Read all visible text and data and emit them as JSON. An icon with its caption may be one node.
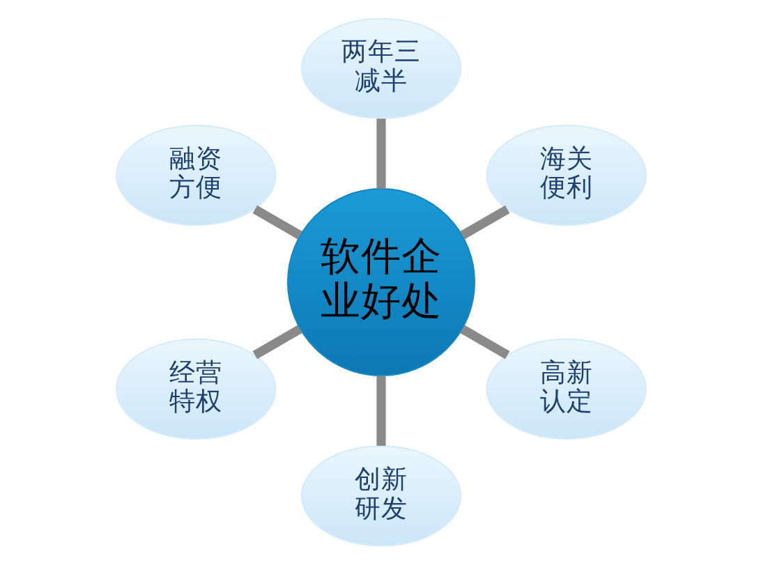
{
  "diagram": {
    "nodes": [
      {
        "text": [
          "两年三减半"
        ]
      },
      {
        "text": [
          "海关便利"
        ]
      },
      {
        "text": [
          "融资方便"
        ]
      },
      {
        "text": [
          "软件企业好处"
        ]
      },
      {
        "text": [
          "高新认定"
        ]
      },
      {
        "text": [
          "经营特权"
        ]
      },
      {
        "text": [
          "创新研发"
        ]
      }
    ],
    "edges": [
      {
        "from": 3,
        "to": 0,
        "arrow": "none"
      },
      {
        "from": 3,
        "to": 1,
        "arrow": "none"
      },
      {
        "from": 3,
        "to": 4,
        "arrow": "none"
      },
      {
        "from": 3,
        "to": 6,
        "arrow": "none"
      },
      {
        "from": 3,
        "to": 5,
        "arrow": "none"
      },
      {
        "from": 3,
        "to": 2,
        "arrow": "none"
      }
    ]
  }
}
